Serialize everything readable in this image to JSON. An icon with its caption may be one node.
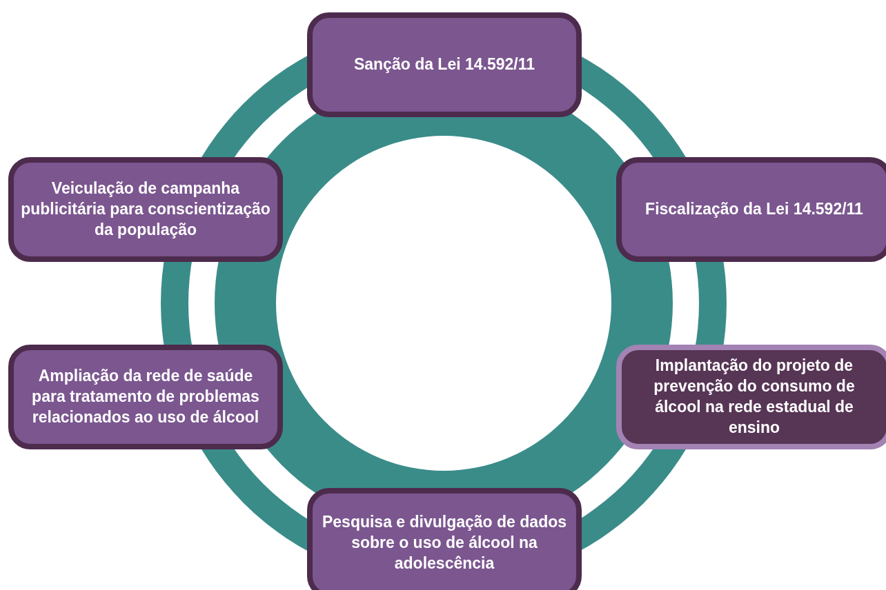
{
  "diagram": {
    "nodes": [
      {
        "text": [
          "Sanção da Lei 14.592/11"
        ]
      },
      {
        "text": [
          "Veiculação de campanha publicitária para conscientização da população"
        ]
      },
      {
        "text": [
          "Fiscalização da Lei 14.592/11"
        ]
      },
      {
        "text": [
          "Ampliação da rede de saúde para tratamento de problemas relacionados ao uso de álcool"
        ]
      },
      {
        "text": [
          "Implantação do projeto de prevenção do consumo de álcool na rede estadual de ensino"
        ]
      },
      {
        "text": [
          "Pesquisa e divulgação de dados sobre o uso de álcool na adolescência"
        ]
      }
    ]
  }
}
